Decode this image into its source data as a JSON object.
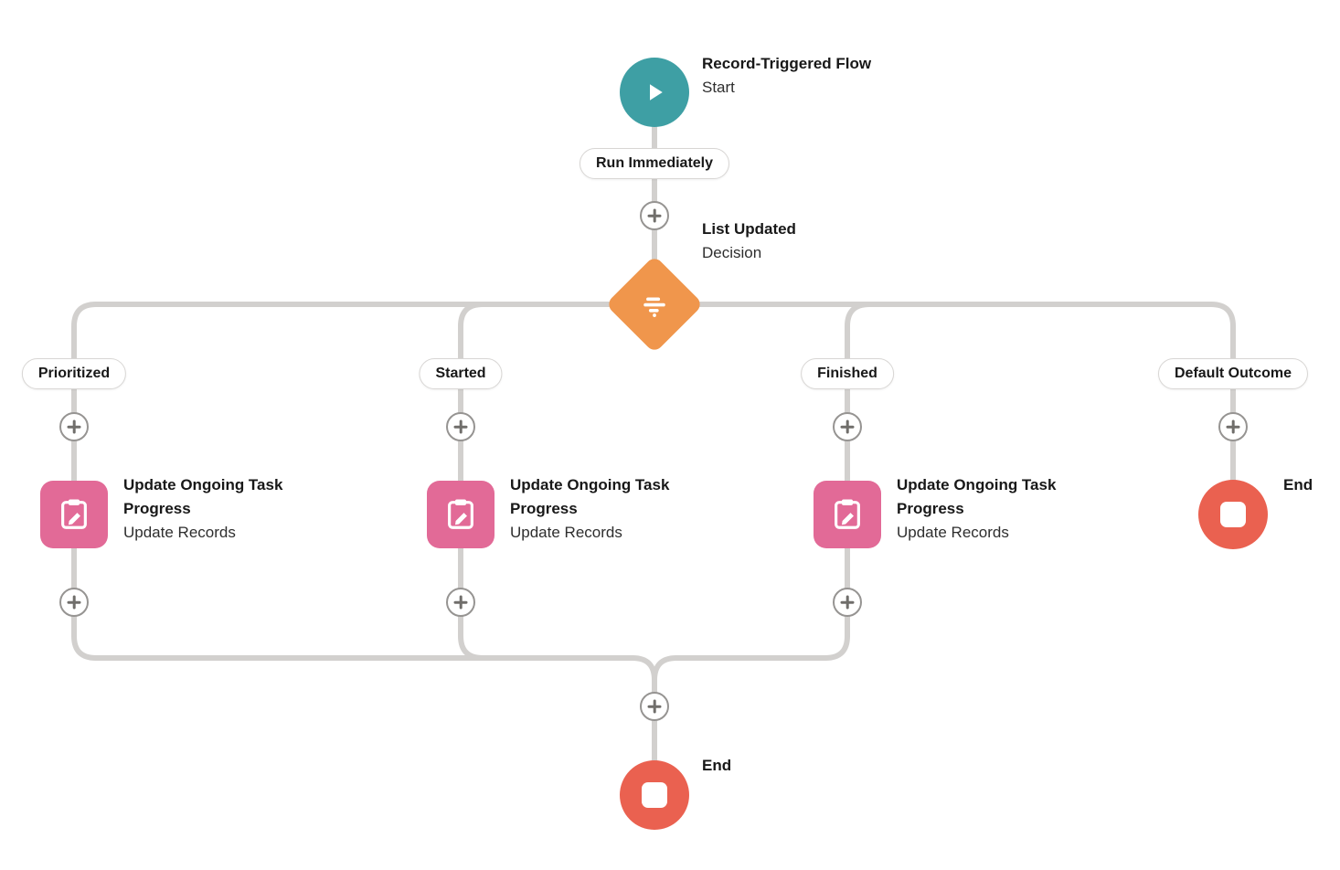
{
  "flow": {
    "start": {
      "title": "Record-Triggered Flow",
      "subtitle": "Start"
    },
    "trigger_path_label": "Run Immediately",
    "decision": {
      "title": "List Updated",
      "subtitle": "Decision"
    },
    "branches": [
      {
        "label": "Prioritized"
      },
      {
        "label": "Started"
      },
      {
        "label": "Finished"
      },
      {
        "label": "Default Outcome"
      }
    ],
    "update_nodes": [
      {
        "title": "Update Ongoing Task Progress",
        "subtitle": "Update Records"
      },
      {
        "title": "Update Ongoing Task Progress",
        "subtitle": "Update Records"
      },
      {
        "title": "Update Ongoing Task Progress",
        "subtitle": "Update Records"
      }
    ],
    "default_end": {
      "title": "End"
    },
    "end": {
      "title": "End"
    }
  },
  "colors": {
    "canvas-bg": "#ffffff",
    "connector": "#d2d0ce",
    "start-teal": "#3e9fa4",
    "decision-orange": "#f0964c",
    "update-pink": "#e26a97",
    "end-red": "#ea6150",
    "text-title": "#181818",
    "text-subtitle": "#2e2e2e",
    "plus-border": "#969492",
    "plus-glyph": "#706e6b",
    "pill-border": "#d8d6d4"
  }
}
